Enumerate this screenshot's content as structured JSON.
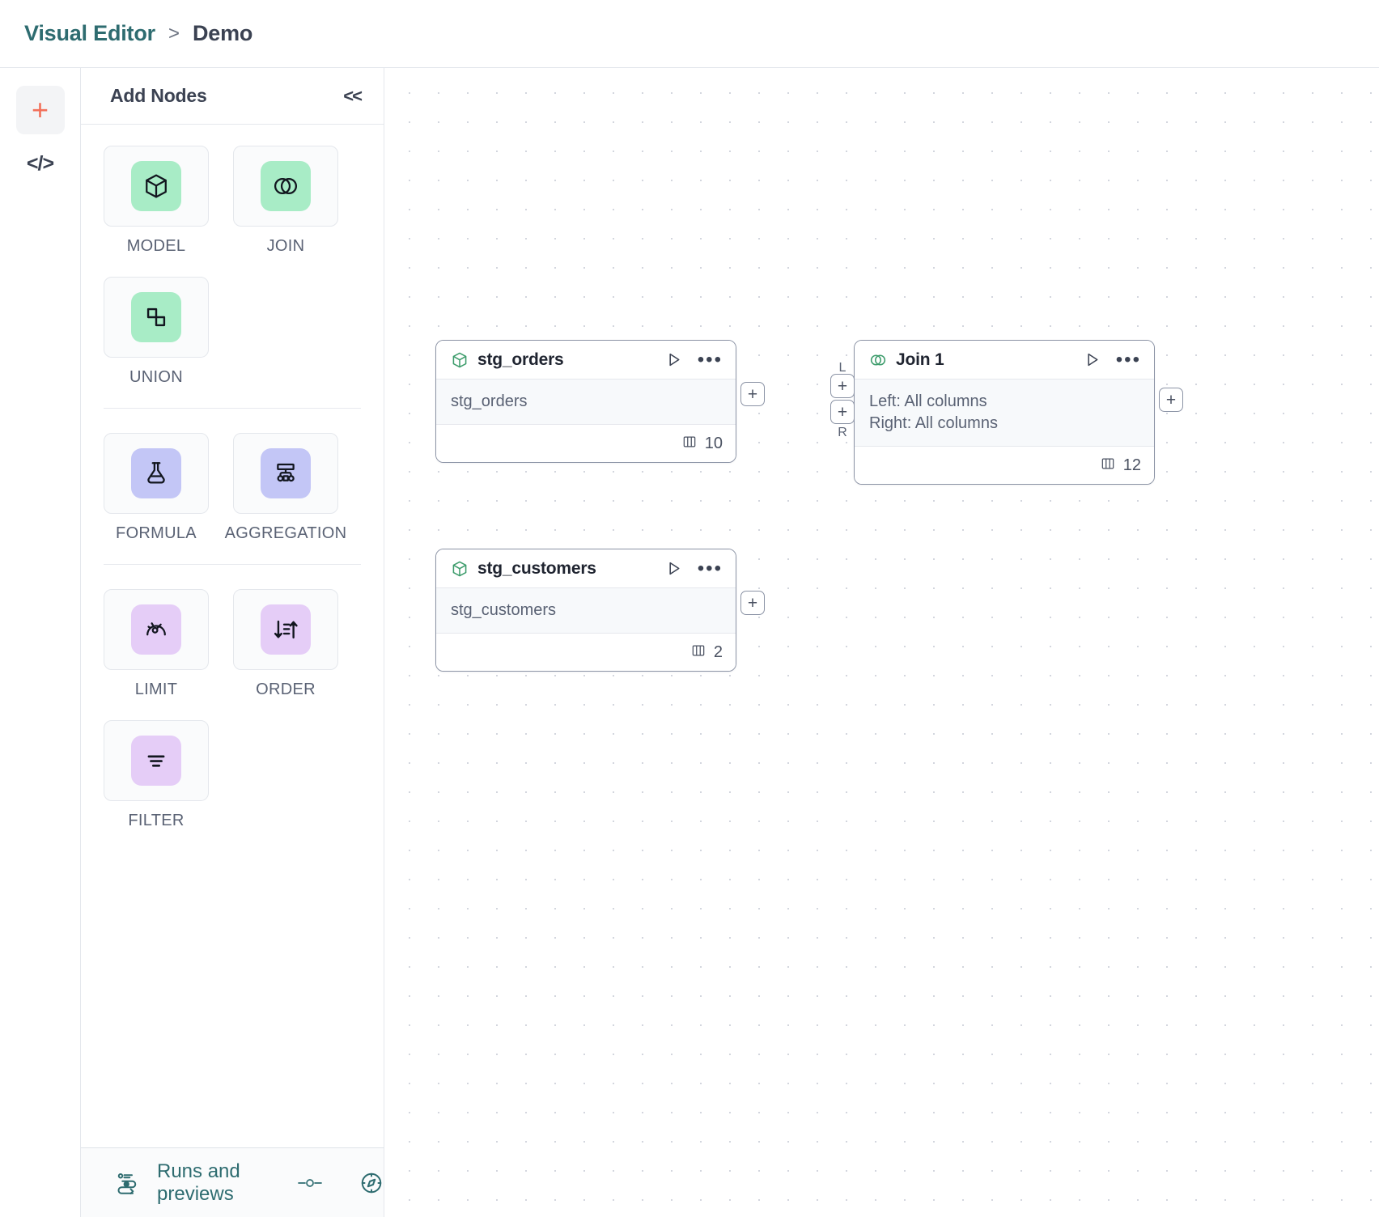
{
  "header": {
    "breadcrumb_root": "Visual Editor",
    "breadcrumb_separator": ">",
    "breadcrumb_current": "Demo"
  },
  "rail": {
    "add_icon": "plus-icon",
    "add_glyph": "+",
    "code_icon": "code-icon",
    "code_glyph": "</>"
  },
  "panel": {
    "title": "Add Nodes",
    "collapse_glyph": "<<",
    "groups": [
      {
        "items": [
          {
            "label": "MODEL",
            "icon": "cube-icon",
            "chip": "chip-green"
          },
          {
            "label": "JOIN",
            "icon": "venn-icon",
            "chip": "chip-green"
          },
          {
            "label": "UNION",
            "icon": "union-shapes-icon",
            "chip": "chip-green"
          }
        ]
      },
      {
        "items": [
          {
            "label": "FORMULA",
            "icon": "flask-icon",
            "chip": "chip-indigo"
          },
          {
            "label": "AGGREGATION",
            "icon": "hierarchy-icon",
            "chip": "chip-indigo"
          }
        ]
      },
      {
        "items": [
          {
            "label": "LIMIT",
            "icon": "gauge-icon",
            "chip": "chip-violet"
          },
          {
            "label": "ORDER",
            "icon": "sort-desc-icon",
            "chip": "chip-violet"
          },
          {
            "label": "FILTER",
            "icon": "filter-lines-icon",
            "chip": "chip-violet"
          }
        ]
      }
    ]
  },
  "bottom_bar": {
    "label": "Runs and previews",
    "toggle_icon": "slider-toggle-icon",
    "compass_icon": "compass-icon",
    "runs_icon": "runs-flow-icon"
  },
  "canvas": {
    "nodes": [
      {
        "id": "stg_orders",
        "title": "stg_orders",
        "icon": "cube-icon",
        "body_lines": [
          "stg_orders"
        ],
        "column_count": "10",
        "run_icon": "play-icon",
        "menu_icon": "more-horizontal-icon"
      },
      {
        "id": "stg_customers",
        "title": "stg_customers",
        "icon": "cube-icon",
        "body_lines": [
          "stg_customers"
        ],
        "column_count": "2",
        "run_icon": "play-icon",
        "menu_icon": "more-horizontal-icon"
      },
      {
        "id": "join_1",
        "title": "Join 1",
        "icon": "venn-icon",
        "body_lines": [
          "Left: All columns",
          "Right: All columns"
        ],
        "column_count": "12",
        "run_icon": "play-icon",
        "menu_icon": "more-horizontal-icon"
      }
    ],
    "handles": {
      "plus_glyph": "+",
      "left_tag": "L",
      "right_tag": "R"
    }
  },
  "colors": {
    "brand_teal": "#2e6c70",
    "accent_orange": "#f2705a",
    "node_green": "#a8ecc6",
    "node_indigo": "#c3c6f6",
    "node_violet": "#e5cdf7",
    "node_border": "#8b93a5"
  }
}
